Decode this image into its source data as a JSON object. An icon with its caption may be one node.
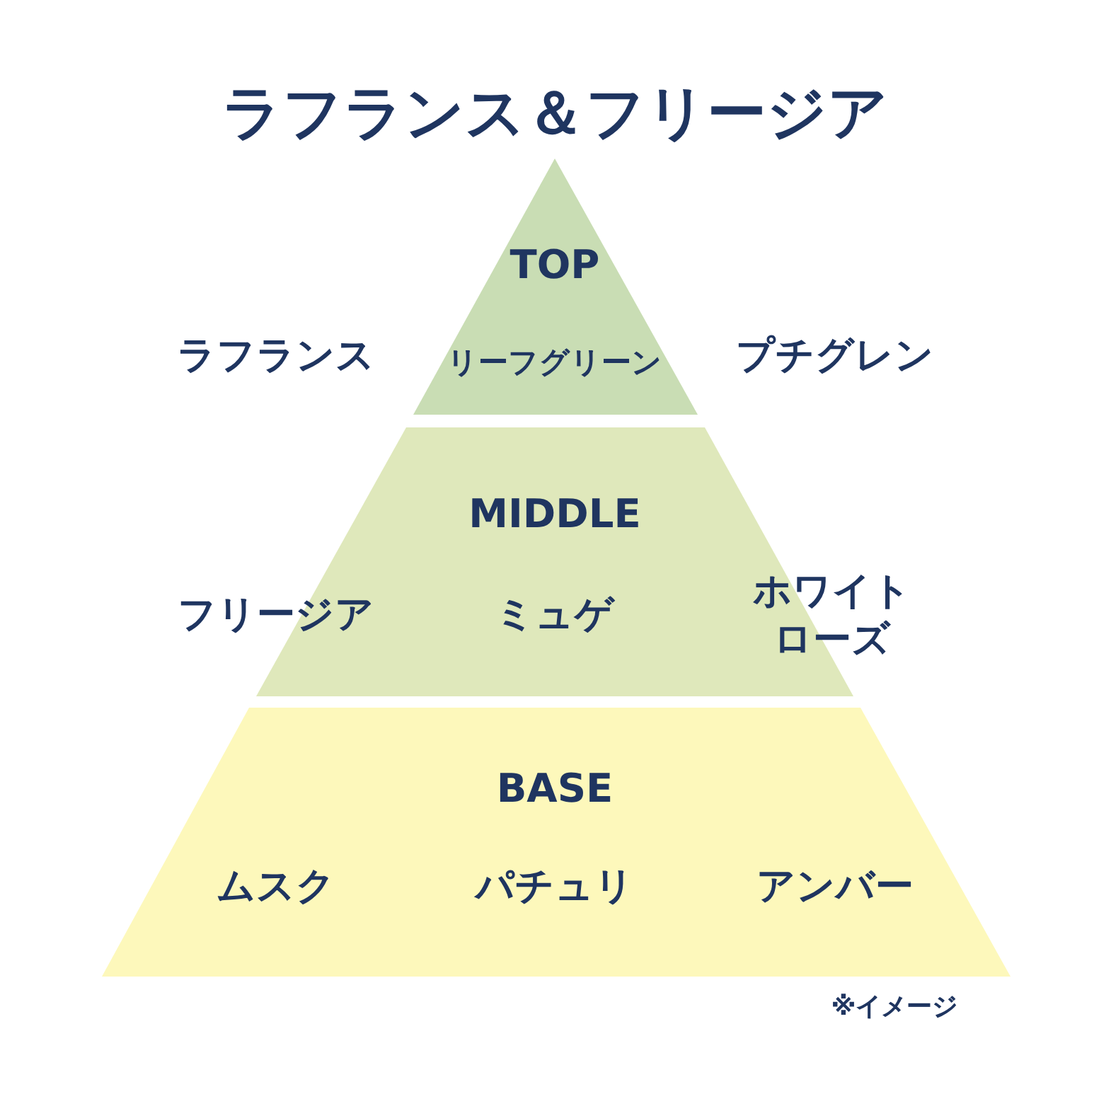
{
  "diagram": {
    "title": "ラフランス＆フリージア",
    "nodes": [
      {
        "text": [
          "TOP",
          "リーフグリーン"
        ],
        "beside": [
          "ラフランス",
          "プチグレン"
        ]
      },
      {
        "text": [
          "MIDDLE",
          "フリージア",
          "ミュゲ",
          "ホワイトローズ"
        ]
      },
      {
        "text": [
          "BASE",
          "ムスク",
          "パチュリ",
          "アンバー"
        ]
      }
    ],
    "edges": [],
    "labels": [
      "※イメージ"
    ]
  }
}
